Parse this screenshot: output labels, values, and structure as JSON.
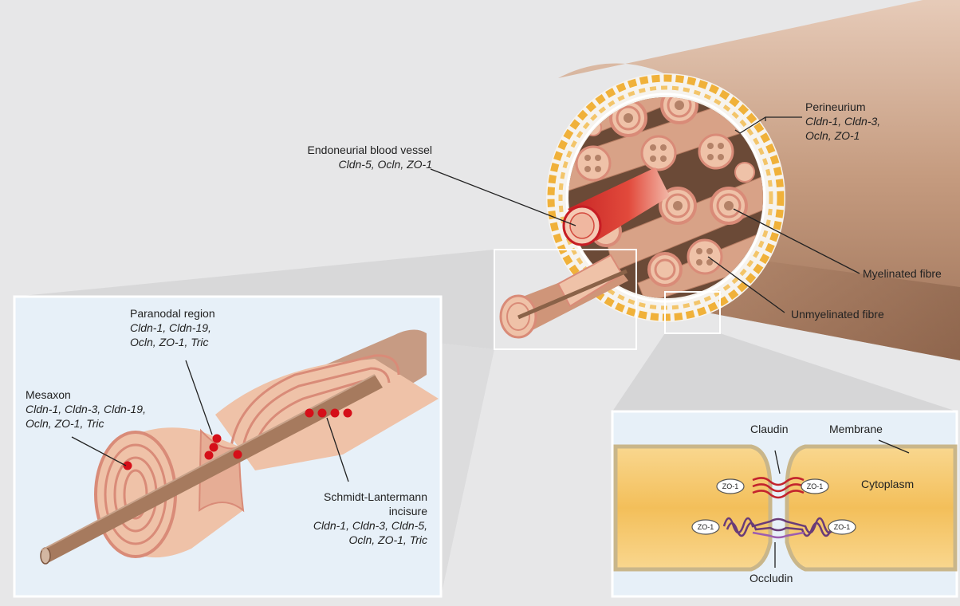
{
  "labels": {
    "perineurium": {
      "name": "Perineurium",
      "proteins_1": "Cldn-1, Cldn-3,",
      "proteins_2": "Ocln, ZO-1"
    },
    "blood_vessel": {
      "name": "Endoneurial blood vessel",
      "proteins": "Cldn-5, Ocln, ZO-1"
    },
    "myelinated": {
      "name": "Myelinated fibre"
    },
    "unmyelinated": {
      "name": "Unmyelinated fibre"
    },
    "paranodal": {
      "name": "Paranodal region",
      "proteins_1": "Cldn-1, Cldn-19,",
      "proteins_2": "Ocln, ZO-1, Tric"
    },
    "mesaxon": {
      "name": "Mesaxon",
      "proteins_1": "Cldn-1, Cldn-3, Cldn-19,",
      "proteins_2": "Ocln, ZO-1, Tric"
    },
    "schmidt": {
      "name_1": "Schmidt-Lantermann",
      "name_2": "incisure",
      "proteins_1": "Cldn-1, Cldn-3, Cldn-5,",
      "proteins_2": "Ocln, ZO-1, Tric"
    },
    "claudin": "Claudin",
    "membrane": "Membrane",
    "cytoplasm": "Cytoplasm",
    "occludin": "Occludin",
    "zo1": "ZO-1"
  },
  "colors": {
    "background": "#e7e7e8",
    "nerve_sheath": "#c9a58c",
    "perineurium_yellow": "#f2b234",
    "fibre_pink": "#efc2a8",
    "myelin_ring": "#d98b78",
    "axon_brown": "#a67a5e",
    "blood_red": "#d42a2a",
    "tight_junction_dot": "#d50f19",
    "panel_bg": "#e7f0f8",
    "cytoplasm_orange": "#f6c25f",
    "claudin_red": "#c3232d",
    "occludin_purple": "#6a3c78"
  }
}
